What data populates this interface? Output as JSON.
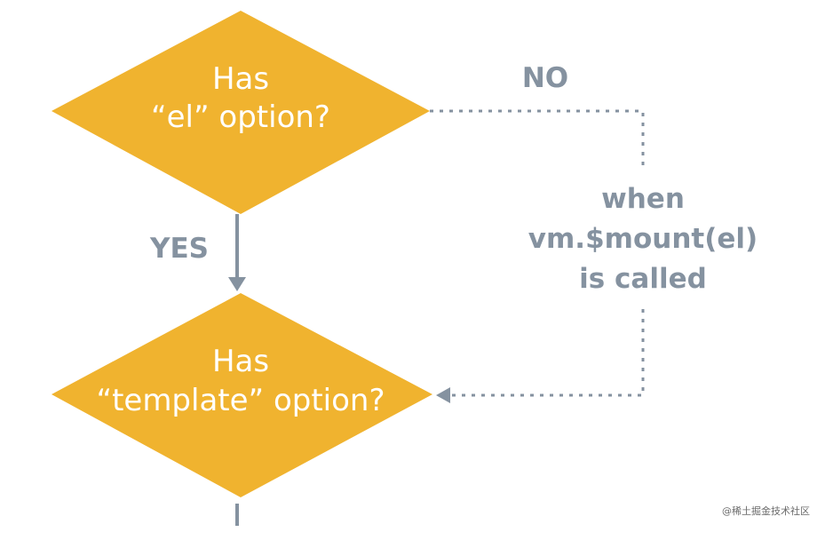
{
  "colors": {
    "diamond_fill": "#f0b32f",
    "arrow": "#8592a0",
    "label": "#8592a0",
    "node_text": "#ffffff"
  },
  "nodes": {
    "has_el": {
      "line1": "Has",
      "line2": "“el” option?"
    },
    "has_template": {
      "line1": "Has",
      "line2": "“template” option?"
    }
  },
  "edges": {
    "yes_label": "YES",
    "no_label": "NO",
    "mount_label": {
      "line1": "when",
      "line2": "vm.$mount(el)",
      "line3": "is called"
    }
  },
  "watermark": "@稀土掘金技术社区"
}
